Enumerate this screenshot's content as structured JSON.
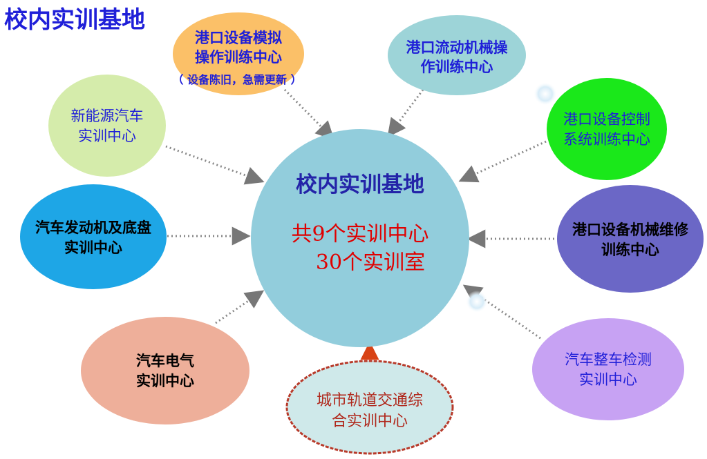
{
  "page_title": "校内实训基地",
  "center": {
    "title": "校内实训基地",
    "line1": "共9个实训中心",
    "line2": "30个实训室"
  },
  "nodes": [
    {
      "id": "port-sim",
      "lines": [
        "港口设备模拟",
        "操作训练中心"
      ],
      "note": "（ 设备陈旧，急需更新 ）"
    },
    {
      "id": "port-mobile",
      "lines": [
        "港口流动机械操",
        "作训练中心"
      ]
    },
    {
      "id": "new-energy",
      "lines": [
        "新能源汽车",
        "实训中心"
      ]
    },
    {
      "id": "port-control",
      "lines": [
        "港口设备控制",
        "系统训练中心"
      ]
    },
    {
      "id": "engine-chassis",
      "lines": [
        "汽车发动机及底盘",
        "实训中心"
      ]
    },
    {
      "id": "port-maint",
      "lines": [
        "港口设备机械维修",
        "训练中心"
      ]
    },
    {
      "id": "auto-electric",
      "lines": [
        "汽车电气",
        "实训中心"
      ]
    },
    {
      "id": "vehicle-inspect",
      "lines": [
        "汽车整车检测",
        "实训中心"
      ]
    },
    {
      "id": "rail-transit",
      "lines": [
        "城市轨道交通综",
        "合实训中心"
      ]
    }
  ],
  "colors": {
    "title": "#1f1fd8",
    "center_fill": "#92cddc",
    "center_title": "#2323a8",
    "center_text": "#e00000",
    "port_sim": "#fbc068",
    "port_mobile": "#9dd4d8",
    "new_energy": "#d5ecab",
    "port_control": "#1ae81a",
    "engine_chassis": "#1ea6e6",
    "port_maint": "#6b67c6",
    "auto_electric": "#eeaf9a",
    "vehicle_inspect": "#c7a2f3",
    "rail_transit": "#cfe9ea",
    "arrow": "#888888",
    "rail_arrow": "#d84315"
  }
}
